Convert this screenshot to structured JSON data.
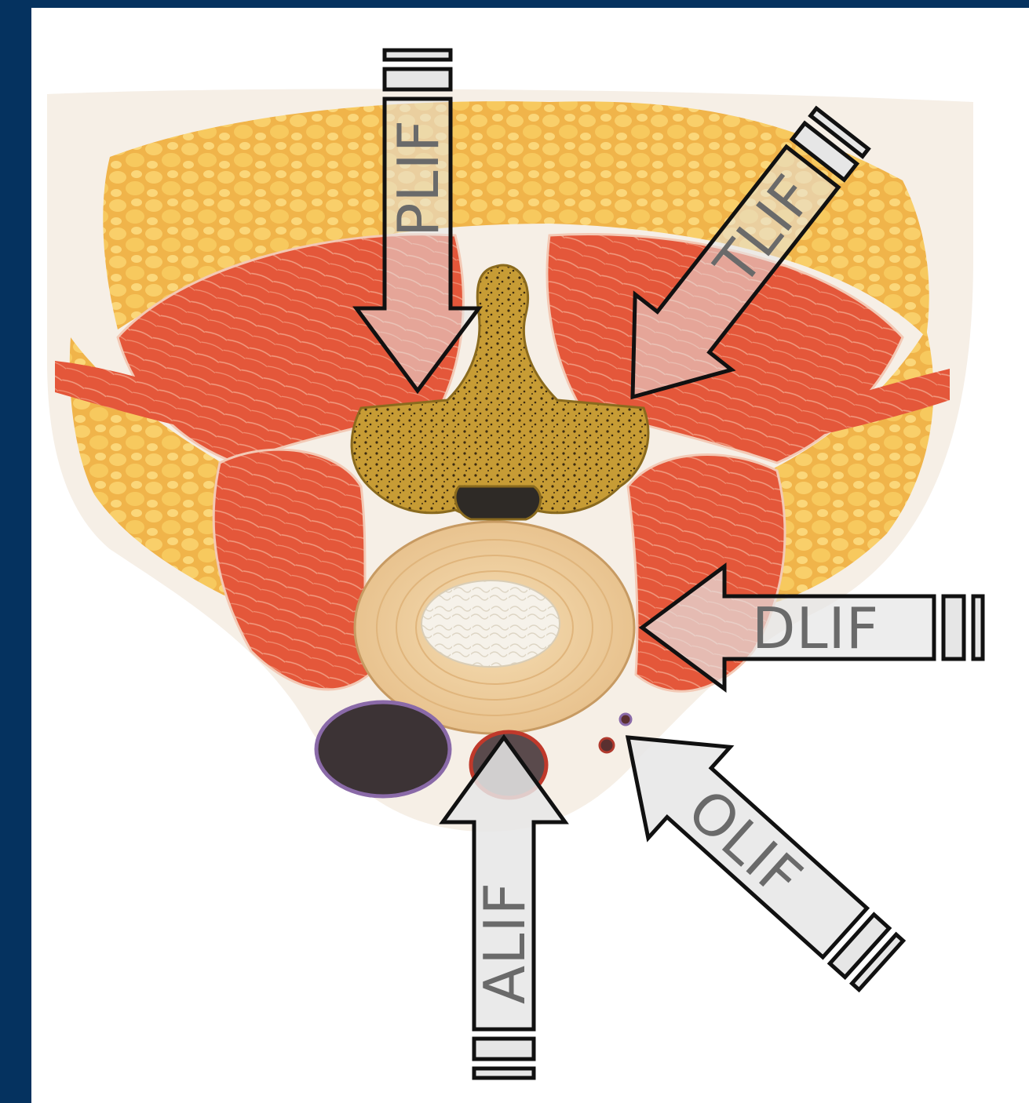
{
  "approaches": [
    {
      "id": "plif",
      "label": "PLIF"
    },
    {
      "id": "tlif",
      "label": "TLIF"
    },
    {
      "id": "dlif",
      "label": "DLIF"
    },
    {
      "id": "olif",
      "label": "OLIF"
    },
    {
      "id": "alif",
      "label": "ALIF"
    }
  ],
  "colors": {
    "frame_border": "#05325f",
    "background": "#ffffff",
    "fat": "#f1b94c",
    "muscle": "#e5583a",
    "bone": "#c9a23a",
    "disc_annulus": "#edcfa2",
    "nucleus": "#f3efe6",
    "arrow_outline": "#111111",
    "arrow_fill": "#e6e6e6",
    "label_text": "#6a6a6a"
  }
}
